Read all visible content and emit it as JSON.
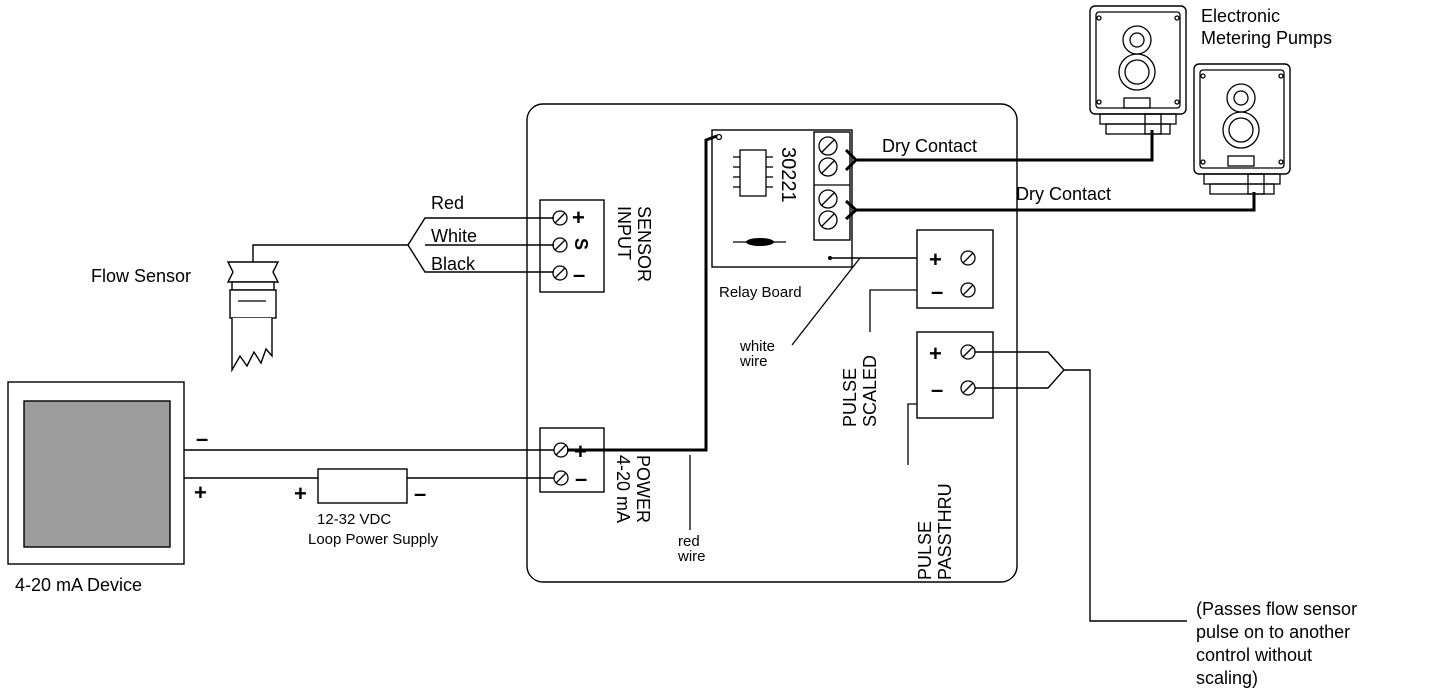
{
  "pumps": {
    "title_line1": "Electronic",
    "title_line2": "Metering Pumps"
  },
  "relay": {
    "dry_contact_1": "Dry Contact",
    "dry_contact_2": "Dry Contact",
    "board_label": "Relay Board",
    "chip_number": "30221"
  },
  "sensor_input": {
    "label_line1": "SENSOR",
    "label_line2": "INPUT",
    "plus": "+",
    "s": "S",
    "minus": "–"
  },
  "wires": {
    "red": "Red",
    "white": "White",
    "black": "Black"
  },
  "flow_sensor": {
    "label": "Flow Sensor"
  },
  "power": {
    "label_line1": "POWER",
    "label_line2": "4-20 mA",
    "plus": "+",
    "minus": "–"
  },
  "device": {
    "label": "4-20 mA Device",
    "minus": "–",
    "plus": "+"
  },
  "supply": {
    "line1": "12-32 VDC",
    "line2": "Loop Power Supply",
    "plus": "+",
    "minus": "–"
  },
  "annotations": {
    "white_wire_1": "white",
    "white_wire_2": "wire",
    "red_wire_1": "red",
    "red_wire_2": "wire"
  },
  "pulse_scaled": {
    "line1": "PULSE",
    "line2": "SCALED",
    "plus": "+",
    "minus": "–"
  },
  "pulse_passthru": {
    "line1": "PULSE",
    "line2": "PASSTHRU",
    "plus": "+",
    "minus": "–"
  },
  "note": {
    "line1": "(Passes flow sensor",
    "line2": "pulse on to another",
    "line3": "control without",
    "line4": "scaling)"
  }
}
